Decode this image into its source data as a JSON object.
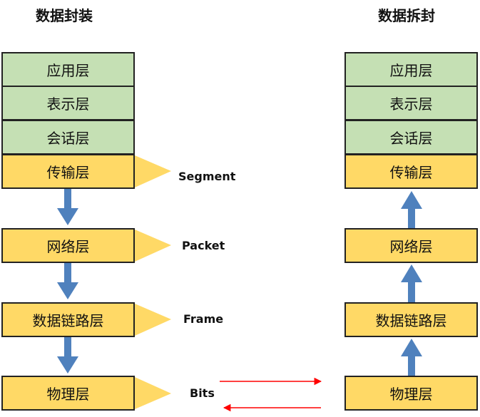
{
  "encapsulation": {
    "title": "数据封装",
    "layers": [
      "应用层",
      "表示层",
      "会话层",
      "传输层",
      "网络层",
      "数据链路层",
      "物理层"
    ]
  },
  "decapsulation": {
    "title": "数据拆封",
    "layers": [
      "应用层",
      "表示层",
      "会话层",
      "传输层",
      "网络层",
      "数据链路层",
      "物理层"
    ]
  },
  "pdu_labels": [
    "Segment",
    "Packet",
    "Frame",
    "Bits"
  ],
  "colors": {
    "upper_layer_fill": "#c5e0b4",
    "lower_layer_fill": "#ffd966",
    "arrow": "#4f81bd",
    "pdu_triangle": "#ffd966",
    "signal_arrow": "#ff0000"
  }
}
